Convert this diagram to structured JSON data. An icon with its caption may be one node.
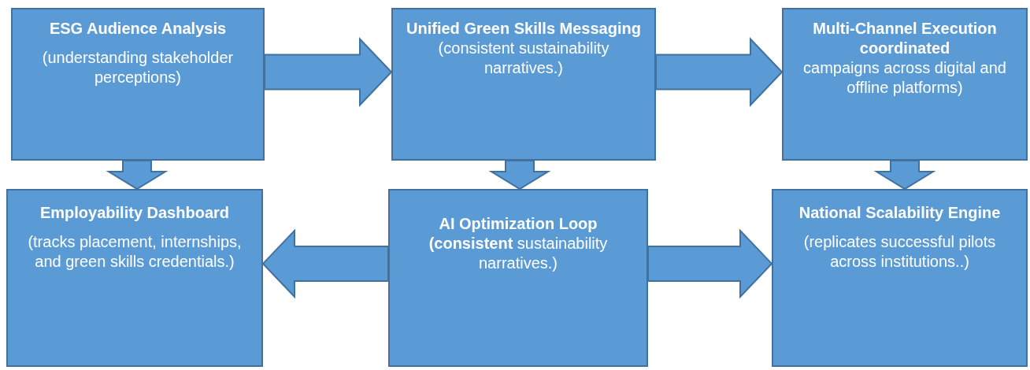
{
  "diagram": {
    "nodes": [
      {
        "text": [
          "ESG Audience Analysis",
          "(understanding stakeholder perceptions)"
        ]
      },
      {
        "text": [
          "Unified Green Skills Messaging",
          "(consistent sustainability narratives.)"
        ]
      },
      {
        "text": [
          "Multi-Channel Execution coordinated",
          "campaigns across digital and offline platforms)"
        ]
      },
      {
        "text": [
          "Employability Dashboard",
          "(tracks placement, internships, and green skills credentials.)"
        ]
      },
      {
        "text": [
          "AI Optimization Loop",
          "**(consistent** sustainability narratives.)"
        ]
      },
      {
        "text": [
          "National Scalability Engine",
          "(replicates successful pilots across institutions..)"
        ]
      }
    ],
    "edges": [
      {
        "from": 0,
        "to": 1,
        "arrow": "to"
      },
      {
        "from": 1,
        "to": 2,
        "arrow": "to"
      },
      {
        "from": 0,
        "to": 3,
        "arrow": "to"
      },
      {
        "from": 1,
        "to": 4,
        "arrow": "to"
      },
      {
        "from": 2,
        "to": 5,
        "arrow": "to"
      },
      {
        "from": 4,
        "to": 3,
        "arrow": "to"
      },
      {
        "from": 4,
        "to": 5,
        "arrow": "to"
      }
    ]
  }
}
